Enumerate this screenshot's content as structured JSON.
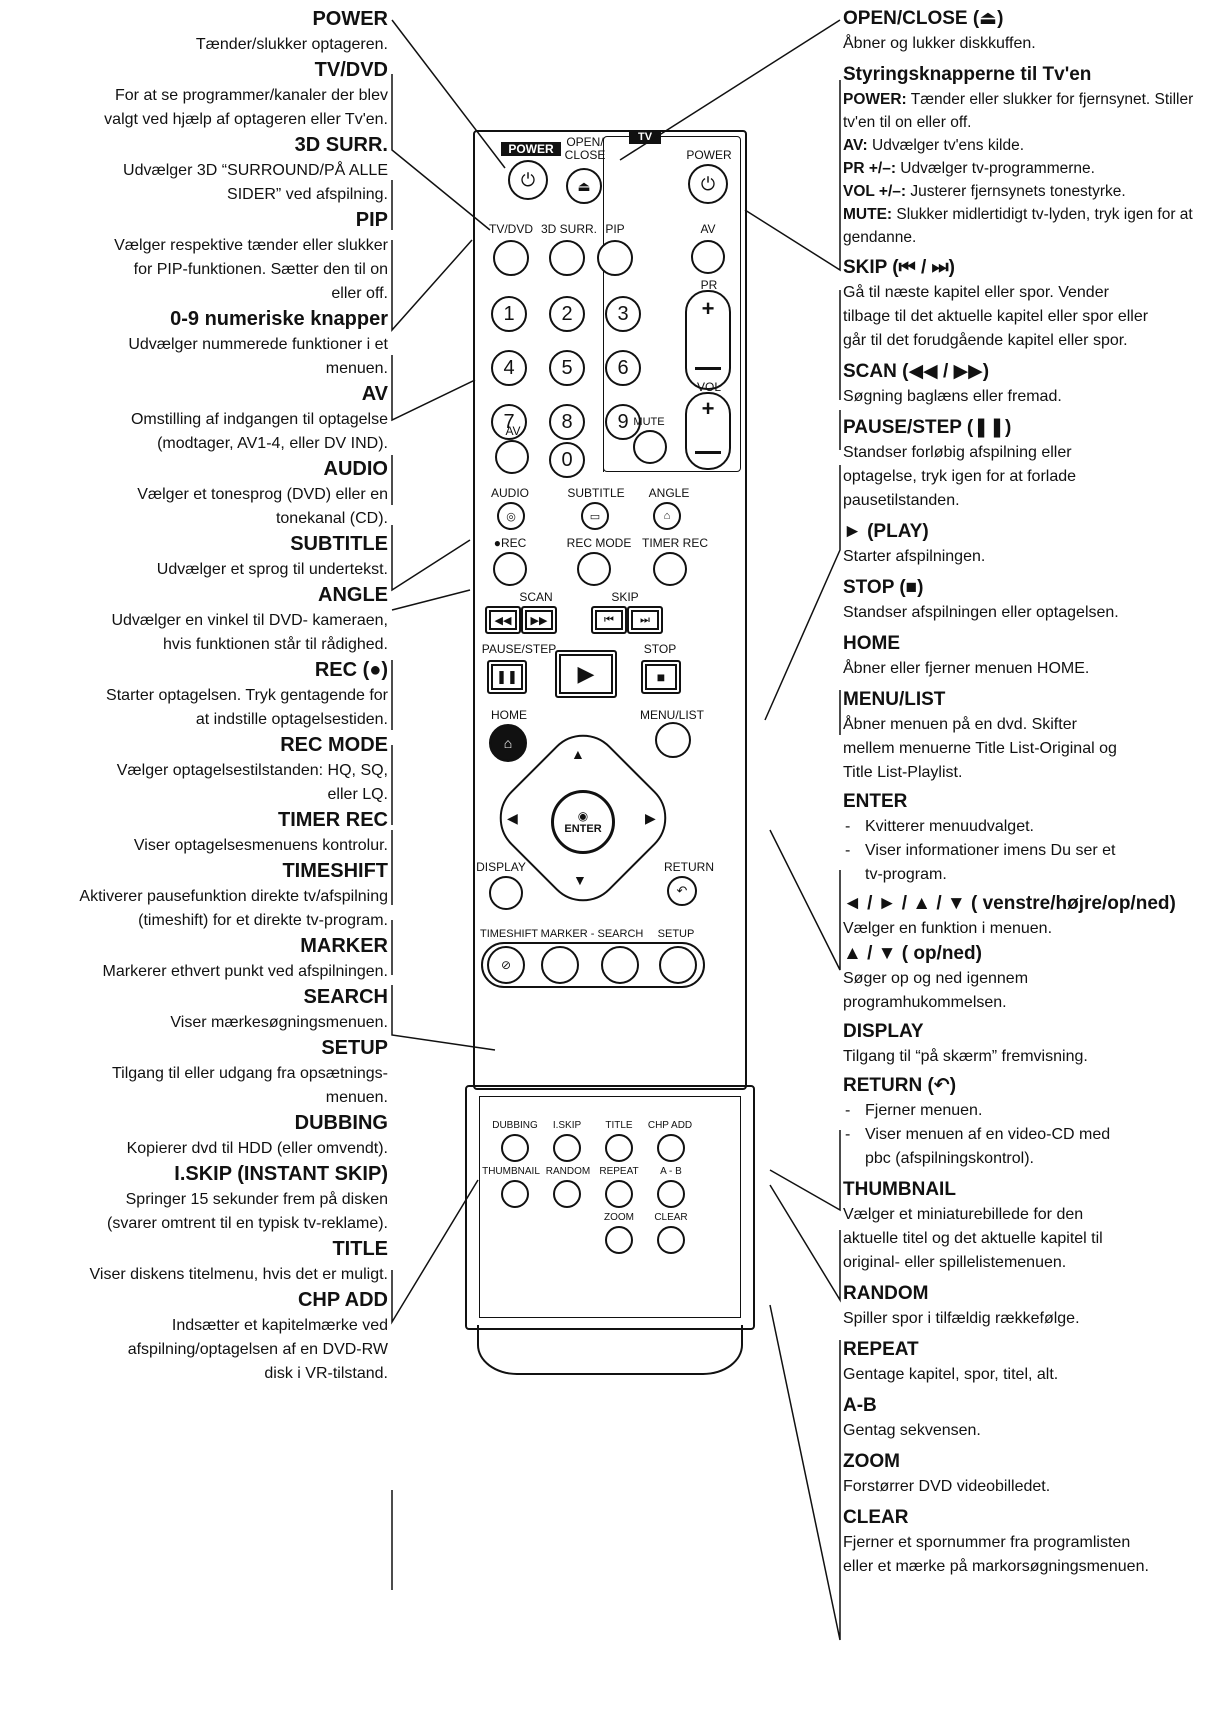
{
  "left": [
    {
      "title": "POWER",
      "desc": "Tænder/slukker optageren."
    },
    {
      "title": "TV/DVD",
      "desc": "For at se programmer/kanaler der blev\nvalgt ved hjælp af optageren eller Tv'en."
    },
    {
      "title": "3D SURR.",
      "desc": "Udvælger 3D “SURROUND/PÅ ALLE\nSIDER” ved afspilning."
    },
    {
      "title": "PIP",
      "desc": "Vælger respektive tænder eller slukker\nfor PIP-funktionen. Sætter den til on\neller off."
    },
    {
      "title": "0-9 numeriske knapper",
      "desc": "Udvælger nummerede funktioner i et\nmenuen."
    },
    {
      "title": "AV",
      "desc": "Omstilling af indgangen til optagelse\n(modtager, AV1-4, eller DV IND)."
    },
    {
      "title": "AUDIO",
      "desc": "Vælger et tonesprog (DVD) eller en\ntonekanal (CD)."
    },
    {
      "title": "SUBTITLE",
      "desc": "Udvælger et sprog til undertekst."
    },
    {
      "title": "ANGLE",
      "desc": "Udvælger en vinkel til DVD- kameraen,\nhvis funktionen står til rådighed."
    },
    {
      "title": "REC (●)",
      "desc": "Starter optagelsen. Tryk gentagende for\nat indstille optagelsestiden."
    },
    {
      "title": "REC MODE",
      "desc": "Vælger optagelsestilstanden: HQ, SQ,\neller LQ."
    },
    {
      "title": "TIMER REC",
      "desc": "Viser optagelsesmenuens kontrolur."
    },
    {
      "title": "TIMESHIFT",
      "desc": "Aktiverer pausefunktion direkte tv/afspilning\n(timeshift) for et direkte tv-program."
    },
    {
      "title": "MARKER",
      "desc": "Markerer ethvert punkt ved afspilningen."
    },
    {
      "title": "SEARCH",
      "desc": "Viser mærkesøgningsmenuen."
    },
    {
      "title": "SETUP",
      "desc": "Tilgang til eller udgang fra opsætnings-\nmenuen."
    },
    {
      "title": "DUBBING",
      "desc": "Kopierer dvd til HDD (eller omvendt)."
    },
    {
      "title": "I.SKIP (INSTANT SKIP)",
      "desc": "Springer 15 sekunder frem på disken\n(svarer omtrent til en typisk tv-reklame)."
    },
    {
      "title": "TITLE",
      "desc": "Viser diskens titelmenu, hvis det er muligt."
    },
    {
      "title": "CHP ADD",
      "desc": "Indsætter et kapitelmærke ved\nafspilning/optagelsen af en DVD-RW\ndisk i VR-tilstand."
    }
  ],
  "right_top": {
    "title": "OPEN/CLOSE (⏏)",
    "desc": "Åbner og lukker diskkuffen."
  },
  "tv_controls": {
    "title": "Styringsknapperne til Tv'en",
    "lines": [
      {
        "k": "POWER:",
        "v": " Tænder eller slukker for fjernsynet. Stiller tv'en til on eller off."
      },
      {
        "k": "AV:",
        "v": " Udvælger tv'ens kilde."
      },
      {
        "k": "PR +/–:",
        "v": " Udvælger tv-programmerne."
      },
      {
        "k": "VOL +/–:",
        "v": " Justerer fjernsynets tonestyrke."
      },
      {
        "k": "MUTE:",
        "v": " Slukker midlertidigt tv-lyden, tryk igen for at gendanne."
      }
    ]
  },
  "right": [
    {
      "title": "SKIP (⏮ / ⏭)",
      "desc": "Gå til næste kapitel eller spor. Vender\ntilbage til det aktuelle kapitel eller spor eller\ngår til det forudgående kapitel eller spor."
    },
    {
      "title": "SCAN (◀◀ / ▶▶)",
      "desc": "Søgning baglæns eller fremad."
    },
    {
      "title": "PAUSE/STEP (❚❚)",
      "desc": "Standser forløbig afspilning eller\noptagelse, tryk igen for at forlade\npausetilstanden."
    },
    {
      "title": "► (PLAY)",
      "desc": "Starter afspilningen."
    },
    {
      "title": "STOP (■)",
      "desc": "Standser afspilningen eller optagelsen."
    },
    {
      "title": "HOME",
      "desc": "Åbner eller fjerner menuen HOME."
    },
    {
      "title": "MENU/LIST",
      "desc": "Åbner menuen på en dvd. Skifter\nmellem menuerne Title List-Original og\nTitle List-Playlist."
    }
  ],
  "enter": {
    "title": "ENTER",
    "items": [
      "Kvitterer menuudvalget.",
      "Viser informationer imens Du ser et\ntv-program."
    ]
  },
  "arrows": {
    "title": "◄ / ► / ▲ / ▼ ( venstre/højre/op/ned)",
    "desc": "Vælger en funktion i menuen."
  },
  "updown": {
    "title": "▲ / ▼ ( op/ned)",
    "desc": "Søger op og ned igennem\nprogramhukommelsen."
  },
  "display": {
    "title": "DISPLAY",
    "desc": "Tilgang til “på skærm” fremvisning."
  },
  "return": {
    "title": "RETURN (↶)",
    "items": [
      "Fjerner menuen.",
      "Viser menuen af en video-CD med\npbc (afspilningskontrol)."
    ]
  },
  "right2": [
    {
      "title": "THUMBNAIL",
      "desc": "Vælger et miniaturebillede for den\naktuelle titel og det aktuelle kapitel til\noriginal- eller spillelistemenuen."
    },
    {
      "title": "RANDOM",
      "desc": "Spiller spor i tilfældig rækkefølge."
    },
    {
      "title": "REPEAT",
      "desc": "Gentage kapitel, spor, titel, alt."
    },
    {
      "title": "A-B",
      "desc": "Gentag sekvensen."
    },
    {
      "title": "ZOOM",
      "desc": "Forstørrer DVD videobilledet."
    },
    {
      "title": "CLEAR",
      "desc": "Fjerner et spornummer fra programlisten\neller et mærke på markorsøgningsmenuen."
    }
  ],
  "remote": {
    "power": "POWER",
    "open_close": "OPEN/\nCLOSE",
    "tv": "TV",
    "tv_power": "POWER",
    "tvdvd": "TV/DVD",
    "surr": "3D SURR.",
    "pip": "PIP",
    "av_tv": "AV",
    "pr": "PR",
    "vol": "VOL",
    "mute": "MUTE",
    "av": "AV",
    "digits": [
      "1",
      "2",
      "3",
      "4",
      "5",
      "6",
      "7",
      "8",
      "9",
      "0"
    ],
    "audio": "AUDIO",
    "subtitle": "SUBTITLE",
    "angle": "ANGLE",
    "rec": "●REC",
    "rec_mode": "REC MODE",
    "timer_rec": "TIMER REC",
    "scan": "SCAN",
    "skip": "SKIP",
    "pause_step": "PAUSE/STEP",
    "stop": "STOP",
    "home": "HOME",
    "menu_list": "MENU/LIST",
    "enter": "ENTER",
    "display": "DISPLAY",
    "return": "RETURN",
    "timeshift": "TIMESHIFT",
    "marker_search": "MARKER - SEARCH",
    "setup": "SETUP",
    "dubbing": "DUBBING",
    "iskip": "I.SKIP",
    "title": "TITLE",
    "chp_add": "CHP ADD",
    "thumbnail": "THUMBNAIL",
    "random": "RANDOM",
    "repeat": "REPEAT",
    "ab": "A - B",
    "zoom": "ZOOM",
    "clear": "CLEAR"
  }
}
